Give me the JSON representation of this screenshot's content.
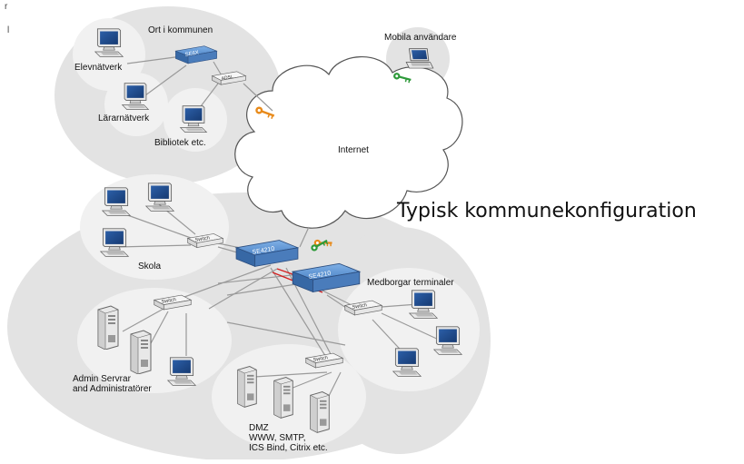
{
  "caption": "Typisk kommunekonfiguration",
  "corner_marks": {
    "tl_top": "r",
    "tl_bottom": "l"
  },
  "labels": {
    "ort_i_kommunen": "Ort i kommunen",
    "elevnatverk": "Elevnätverk",
    "lararnatverk": "Lärarnätverk",
    "bibliotek": "Bibliotek etc.",
    "mobila": "Mobila användare",
    "internet": "Internet",
    "skola": "Skola",
    "medborgar": "Medborgar terminaler",
    "admin": "Admin Servrar\nand Administratörer",
    "dmz": "DMZ\nWWW, SMTP,\nICS Bind, Citrix etc."
  },
  "device_labels": {
    "top_router": "SE6X",
    "top_switch": "ADSL",
    "core_left": "SE4210",
    "core_right": "SE4210",
    "switch": "Switch"
  },
  "colors": {
    "group_fill": "#e3e3e3",
    "subgroup_fill": "#f1f1f1",
    "router_blue": "#4f86c8",
    "line_gray": "#9a9a9a",
    "red_link": "#d32020",
    "key_orange": "#e88a1a",
    "key_green": "#2e9a3a"
  }
}
